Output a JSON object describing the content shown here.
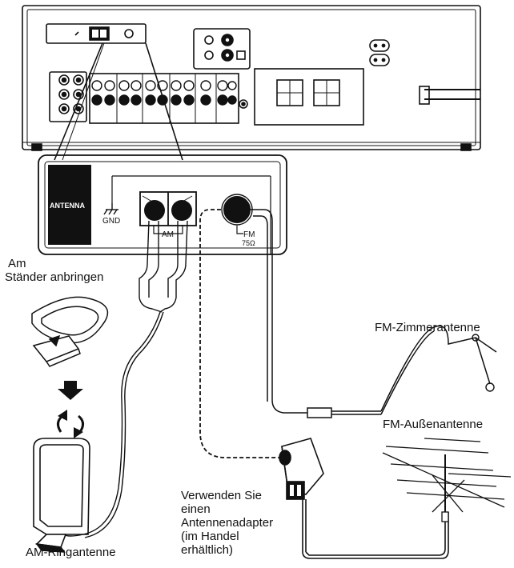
{
  "panel": {
    "antenna_label": "ANTENNA",
    "gnd_label": "GND",
    "am_label": "AM",
    "fm_label": "FM",
    "fm_impedance": "75Ω"
  },
  "labels": {
    "stand_line1": "Am",
    "stand_line2": "Ständer anbringen",
    "fm_indoor": "FM-Zimmerantenne",
    "fm_outdoor": "FM-Außenantenne",
    "am_loop": "AM-Ringantenne",
    "adapter_line1": "Verwenden Sie",
    "adapter_line2": "einen",
    "adapter_line3": "Antennenadapter",
    "adapter_line4": "(im Handel",
    "adapter_line5": "erhältlich)"
  }
}
